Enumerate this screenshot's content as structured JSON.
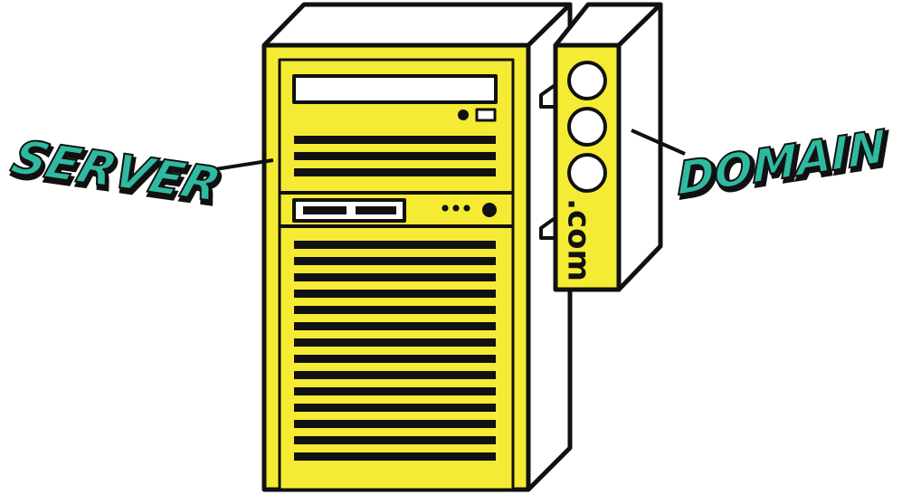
{
  "labels": {
    "server": "SERVER",
    "domain": "DOMAIN",
    "tld": ".com"
  },
  "colors": {
    "accent_yellow": "#f5eb34",
    "outline": "#111111",
    "label_teal": "#2fb9a0",
    "background": "#ffffff"
  }
}
